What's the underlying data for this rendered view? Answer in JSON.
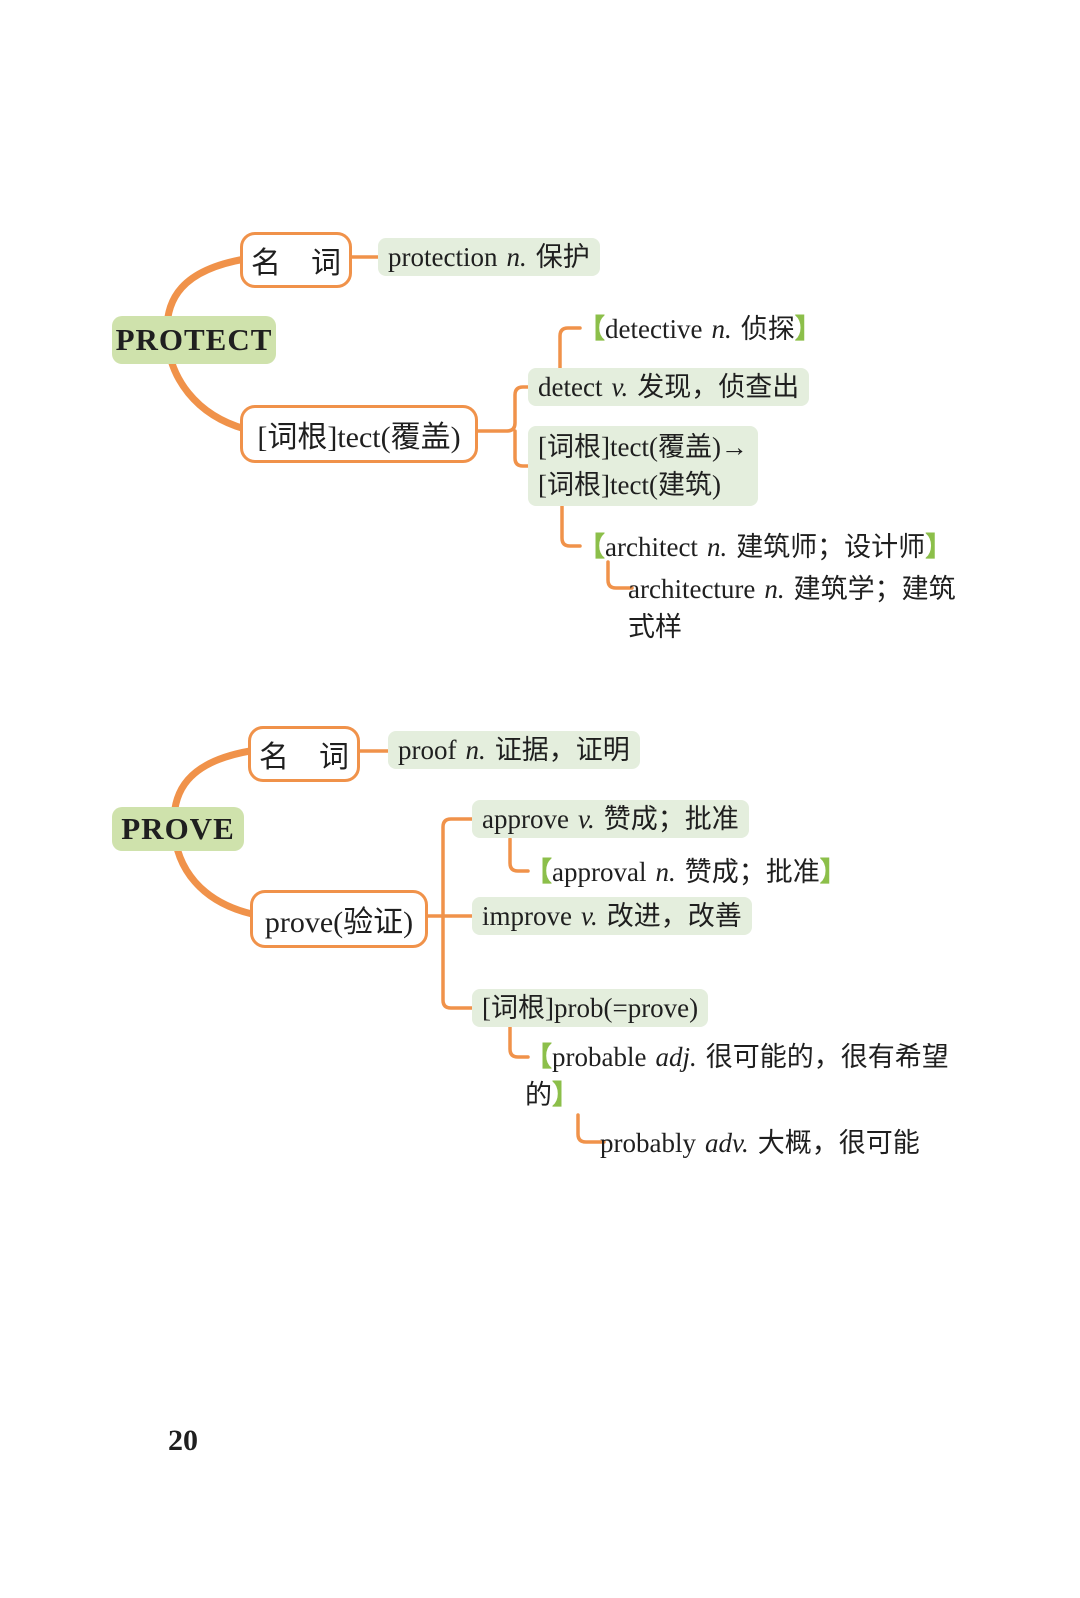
{
  "page": {
    "number": "20"
  },
  "colors": {
    "connector_orange": "#f0924a",
    "node_green": "#cfe2ac",
    "row_green": "#e4eedd",
    "bracket_green": "#8cbf4a",
    "text": "#1f1f1f"
  },
  "protect": {
    "title": "PROTECT",
    "noun_box": "名　词",
    "root_box": "[词根]tect(覆盖)",
    "protection": {
      "word": "protection",
      "pos": "n.",
      "meaning": "保护"
    },
    "detective": {
      "open": "【",
      "word": "detective",
      "pos": "n.",
      "meaning": "侦探",
      "close": "】"
    },
    "detect": {
      "word": "detect",
      "pos": "v.",
      "meaning": "发现，侦查出"
    },
    "tect_note_line1": "[词根]tect(覆盖)→",
    "tect_note_line2": "[词根]tect(建筑)",
    "architect": {
      "open": "【",
      "word": "architect",
      "pos": "n.",
      "meaning": "建筑师；设计师",
      "close": "】"
    },
    "architecture": {
      "word": "architecture",
      "pos": "n.",
      "meaning": "建筑学；建筑式样"
    }
  },
  "prove": {
    "title": "PROVE",
    "noun_box": "名　词",
    "root_box": "prove(验证)",
    "proof": {
      "word": "proof",
      "pos": "n.",
      "meaning": "证据，证明"
    },
    "approve": {
      "word": "approve",
      "pos": "v.",
      "meaning": "赞成；批准"
    },
    "approval": {
      "open": "【",
      "word": "approval",
      "pos": "n.",
      "meaning": "赞成；批准",
      "close": "】"
    },
    "improve": {
      "word": "improve",
      "pos": "v.",
      "meaning": "改进，改善"
    },
    "prob_root": "[词根]prob(=prove)",
    "probable": {
      "open": "【",
      "word": "probable",
      "pos": "adj.",
      "meaning": "很可能的，很有希望的",
      "close": "】"
    },
    "probably": {
      "word": "probably",
      "pos": "adv.",
      "meaning": "大概，很可能"
    }
  }
}
